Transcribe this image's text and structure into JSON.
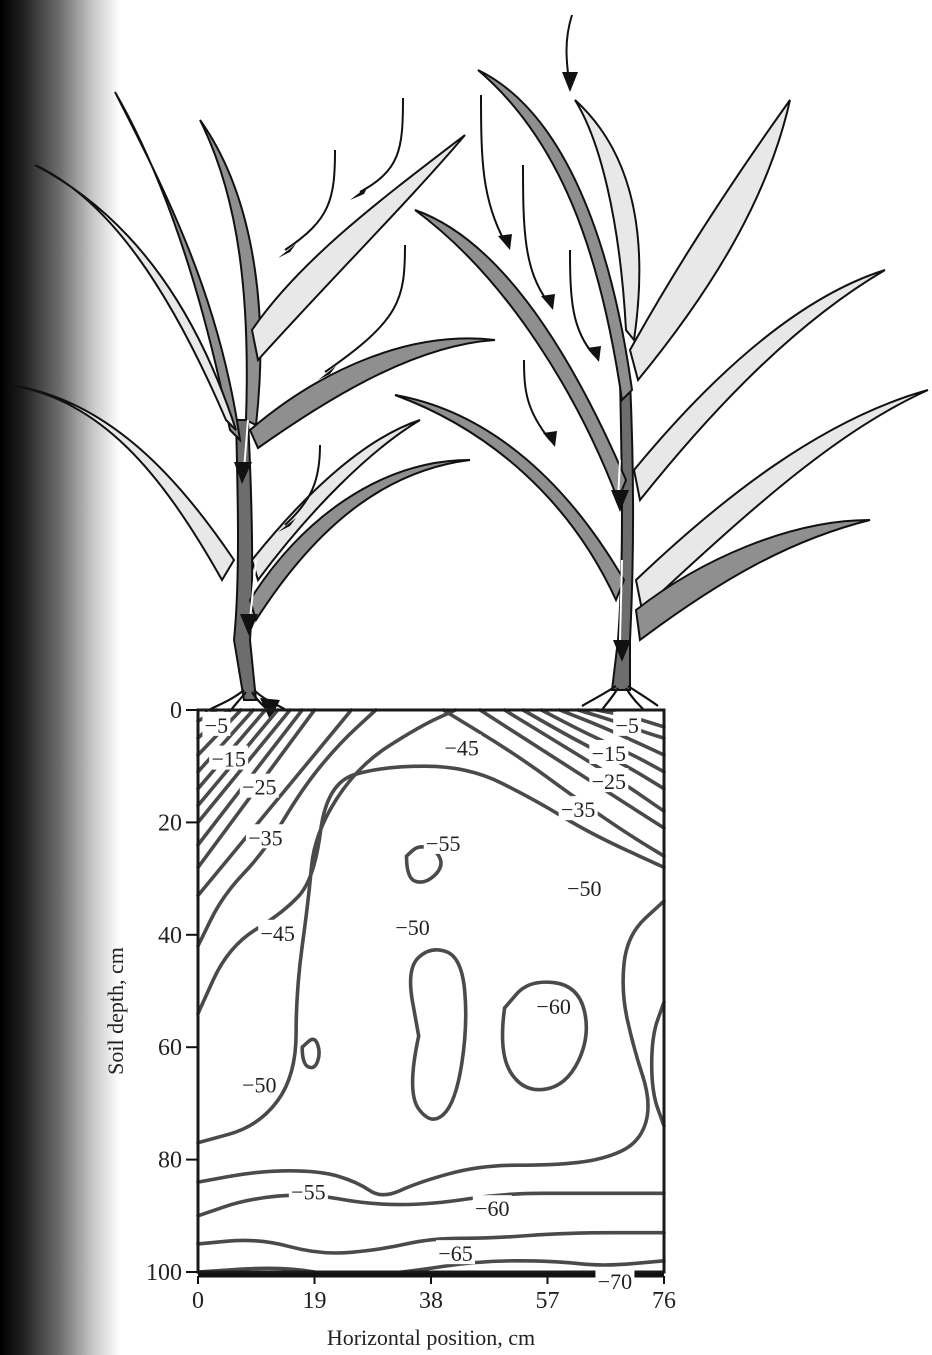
{
  "chart_data": {
    "type": "contour",
    "title": "",
    "xlabel": "Horizontal position, cm",
    "ylabel": "Soil depth, cm",
    "xlim": [
      0,
      76
    ],
    "ylim": [
      0,
      100
    ],
    "x_ticks": [
      "0",
      "19",
      "38",
      "57",
      "76"
    ],
    "y_ticks": [
      "0",
      "20",
      "40",
      "60",
      "80",
      "100"
    ],
    "y_inverted": true,
    "grid": false,
    "legend": "none",
    "contour_labels": [
      {
        "text": "−5",
        "x": 3,
        "y": 3
      },
      {
        "text": "−15",
        "x": 5,
        "y": 9
      },
      {
        "text": "−25",
        "x": 10,
        "y": 14
      },
      {
        "text": "−35",
        "x": 11,
        "y": 23
      },
      {
        "text": "−45",
        "x": 13,
        "y": 40
      },
      {
        "text": "−50",
        "x": 10,
        "y": 67
      },
      {
        "text": "−55",
        "x": 18,
        "y": 86
      },
      {
        "text": "−45",
        "x": 43,
        "y": 7
      },
      {
        "text": "−55",
        "x": 40,
        "y": 24
      },
      {
        "text": "−50",
        "x": 35,
        "y": 39
      },
      {
        "text": "−60",
        "x": 58,
        "y": 53
      },
      {
        "text": "−60",
        "x": 48,
        "y": 89
      },
      {
        "text": "−65",
        "x": 42,
        "y": 97
      },
      {
        "text": "−70",
        "x": 68,
        "y": 102
      },
      {
        "text": "−5",
        "x": 70,
        "y": 3
      },
      {
        "text": "−15",
        "x": 67,
        "y": 8
      },
      {
        "text": "−25",
        "x": 67,
        "y": 13
      },
      {
        "text": "−35",
        "x": 62,
        "y": 18
      },
      {
        "text": "−50",
        "x": 63,
        "y": 32
      }
    ]
  }
}
